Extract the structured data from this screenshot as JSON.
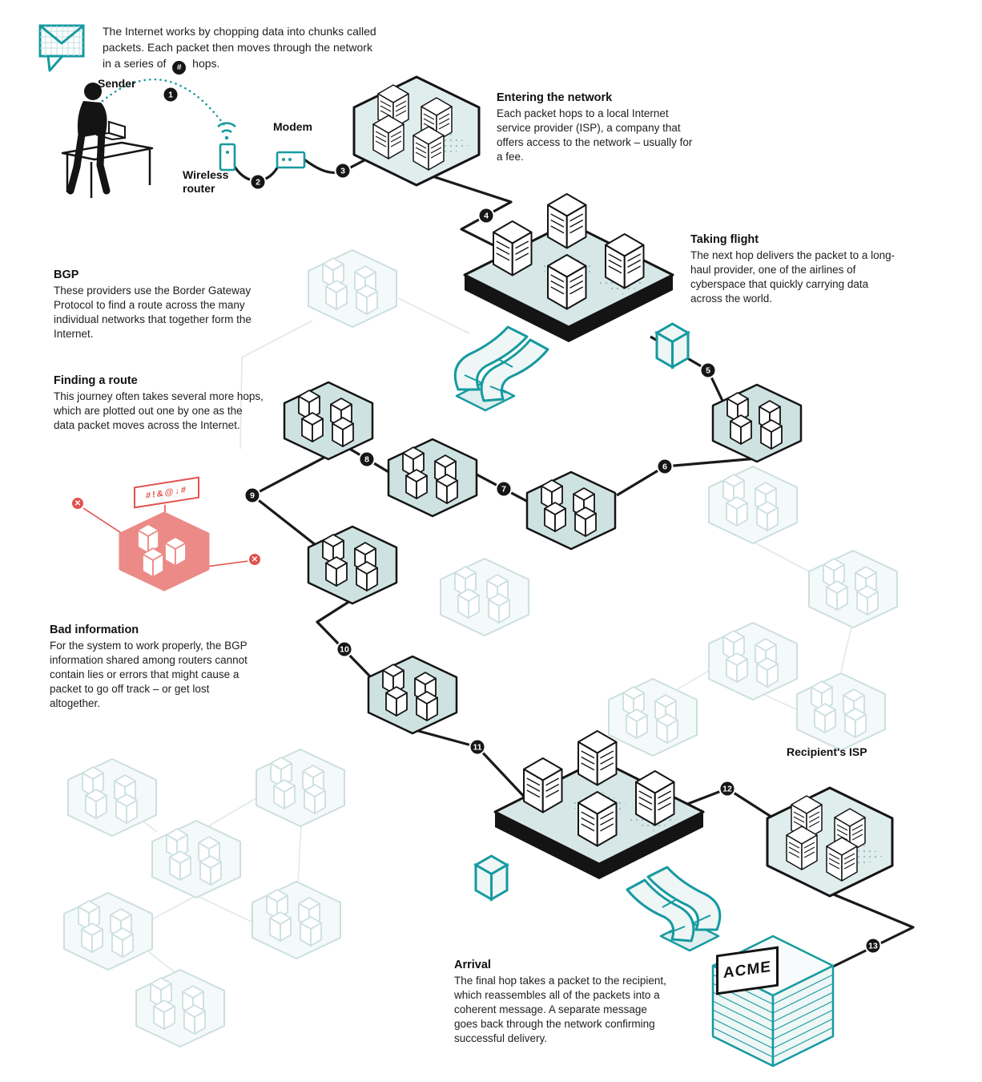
{
  "intro": {
    "text_before": "The Internet works by chopping data into chunks called packets. Each packet then moves through the network in a series of",
    "hash": "#",
    "text_after": "hops."
  },
  "labels": {
    "sender": "Sender",
    "wireless_router": "Wireless router",
    "modem": "Modem",
    "recipients_isp": "Recipient's ISP",
    "acme_sign": "ACME"
  },
  "sections": {
    "entering": {
      "title": "Entering the network",
      "body": "Each packet hops to a local Internet service provider (ISP), a company that offers access to the network – usually for a fee."
    },
    "taking_flight": {
      "title": "Taking flight",
      "body": "The next hop delivers the packet to a long-haul provider, one of the airlines of cyberspace that quickly carrying data across the world."
    },
    "bgp": {
      "title": "BGP",
      "body": "These providers use the Border Gateway Protocol to find a route across the many individual networks that together form the Internet."
    },
    "finding_route": {
      "title": "Finding a route",
      "body": "This journey often takes several more hops, which are plotted out one by one as the data packet moves across the Internet."
    },
    "bad_information": {
      "title": "Bad information",
      "body": "For the system to work properly, the BGP information shared among routers cannot contain lies or errors that might cause a packet to go off track – or get lost altogether."
    },
    "arrival": {
      "title": "Arrival",
      "body": "The final hop takes a packet to the recipient, which reassembles all of the packets into a coherent message. A separate message goes back through the network confirming successful delivery."
    }
  },
  "hops": [
    "1",
    "2",
    "3",
    "4",
    "5",
    "6",
    "7",
    "8",
    "9",
    "10",
    "11",
    "12",
    "13"
  ],
  "bad_route": {
    "sign_glyphs": "#!&@↓#",
    "x_mark": "✕"
  },
  "icons": {
    "envelope": "envelope-with-grid",
    "hash_badge": "#",
    "x_mark": "✕"
  },
  "colors": {
    "accent_teal": "#169aa0",
    "node_fill": "#cfe2e2",
    "alert_red": "#e2524d",
    "ink": "#141414"
  }
}
